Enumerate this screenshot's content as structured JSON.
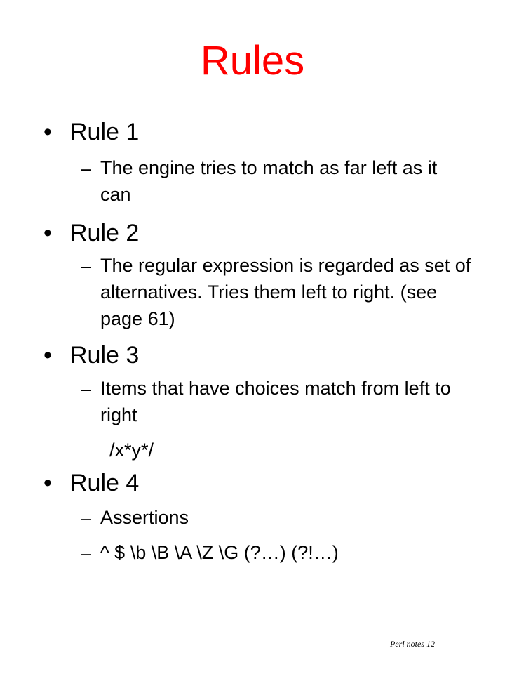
{
  "slide": {
    "title": "Rules",
    "bullet_glyph": "•",
    "dash_glyph": "–",
    "rules": [
      {
        "heading": "Rule 1",
        "subs": [
          "The engine tries to match as far left as it can"
        ]
      },
      {
        "heading": "Rule 2",
        "subs": [
          "The regular expression is regarded as set of alternatives. Tries them left to right. (see page 61)"
        ]
      },
      {
        "heading": "Rule 3",
        "subs": [
          "Items that have choices match from left to right"
        ],
        "code": "/x*y*/"
      },
      {
        "heading": "Rule 4",
        "subs": [
          "Assertions",
          "^ $ \\b \\B \\A \\Z \\G (?…) (?!…)"
        ]
      }
    ],
    "footer": "Perl notes 12"
  }
}
